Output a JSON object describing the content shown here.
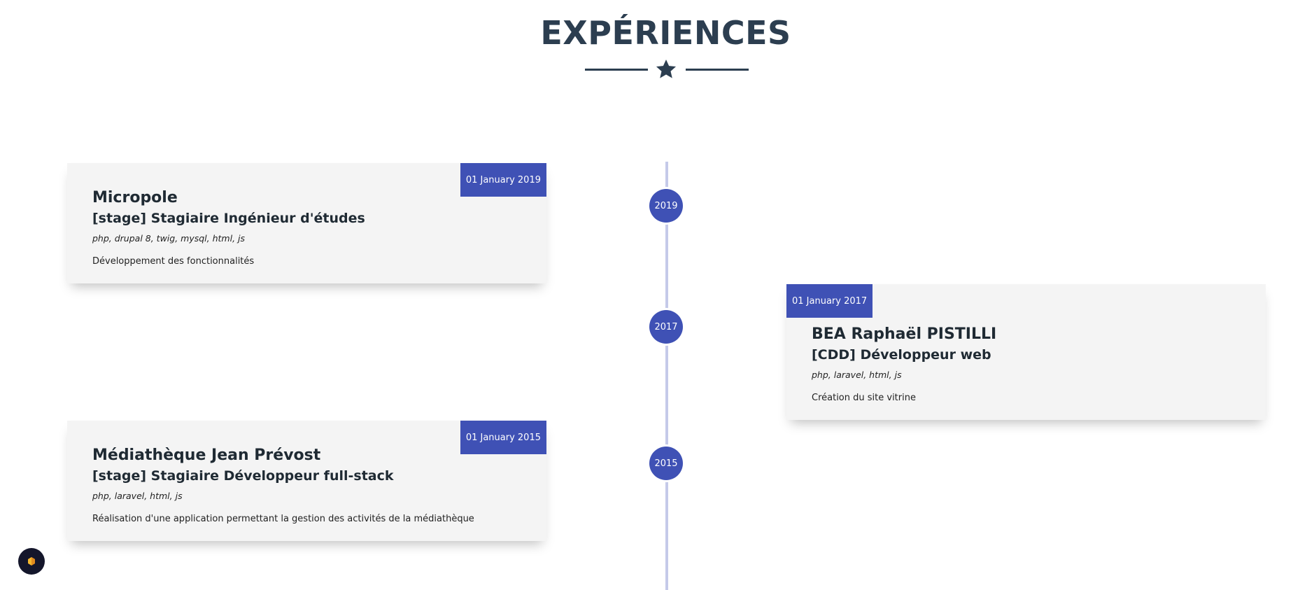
{
  "section": {
    "title": "EXPÉRIENCES",
    "divider_icon": "star-icon"
  },
  "timeline": {
    "line_color": "#c5cae9",
    "accent_color": "#3f51b5",
    "items": [
      {
        "year": "2019",
        "date": "01 January 2019",
        "company": "Micropole",
        "role": "[stage] Stagiaire Ingénieur d'études",
        "tech": "php, drupal 8, twig, mysql, html, js",
        "description": "Développement des fonctionnalités",
        "side": "left"
      },
      {
        "year": "2017",
        "date": "01 January 2017",
        "company": "BEA Raphaël PISTILLI",
        "role": "[CDD] Développeur web",
        "tech": "php, laravel, html, js",
        "description": "Création du site vitrine",
        "side": "right"
      },
      {
        "year": "2015",
        "date": "01 January 2015",
        "company": "Médiathèque Jean Prévost",
        "role": "[stage] Stagiaire Développeur full-stack",
        "tech": "php, laravel, html, js",
        "description": "Réalisation d'une application permettant la gestion des activités de la médiathèque",
        "side": "left"
      }
    ]
  },
  "floating_button": {
    "icon": "badge-icon",
    "background": "#14162b",
    "accent": "#f5b82e"
  }
}
